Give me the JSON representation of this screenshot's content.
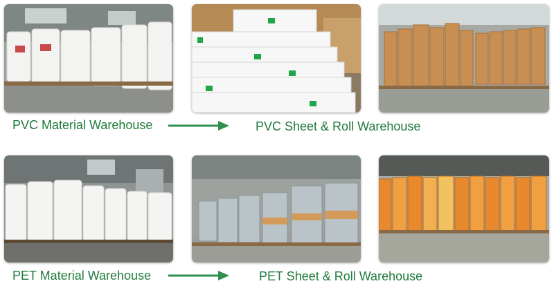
{
  "rows": [
    {
      "material_caption": "PVC Material Warehouse",
      "sheet_caption": "PVC Sheet & Roll Warehouse"
    },
    {
      "material_caption": "PET Material Warehouse",
      "sheet_caption": "PET Sheet & Roll Warehouse"
    }
  ],
  "colors": {
    "caption": "#1e7a3c",
    "arrow": "#2f8f4e"
  },
  "icons": {
    "flow_arrow": "right-arrow-icon"
  }
}
